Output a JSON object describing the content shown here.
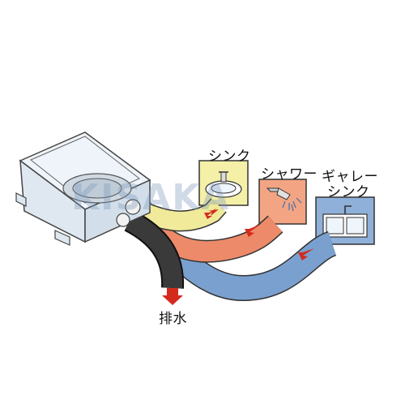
{
  "labels": {
    "sink": "シンク",
    "shower": "シャワー",
    "galley_sink_line1": "ギャレー",
    "galley_sink_line2": "シンク",
    "drain": "排水"
  },
  "watermark": "KISAKA",
  "colors": {
    "sink_panel": "#f5f0a8",
    "sink_hose": "#f0ea9a",
    "shower_panel": "#f3a583",
    "shower_hose": "#ec8a69",
    "galley_panel": "#8fb0d8",
    "galley_hose": "#7aa0cf",
    "drain_hose": "#2f2f2f",
    "flow_arrow": "#d42a1e",
    "tank": "#e6eef5"
  },
  "icons": [
    "wash-basin-icon",
    "shower-head-icon",
    "double-sink-icon",
    "flow-arrow-icon"
  ]
}
